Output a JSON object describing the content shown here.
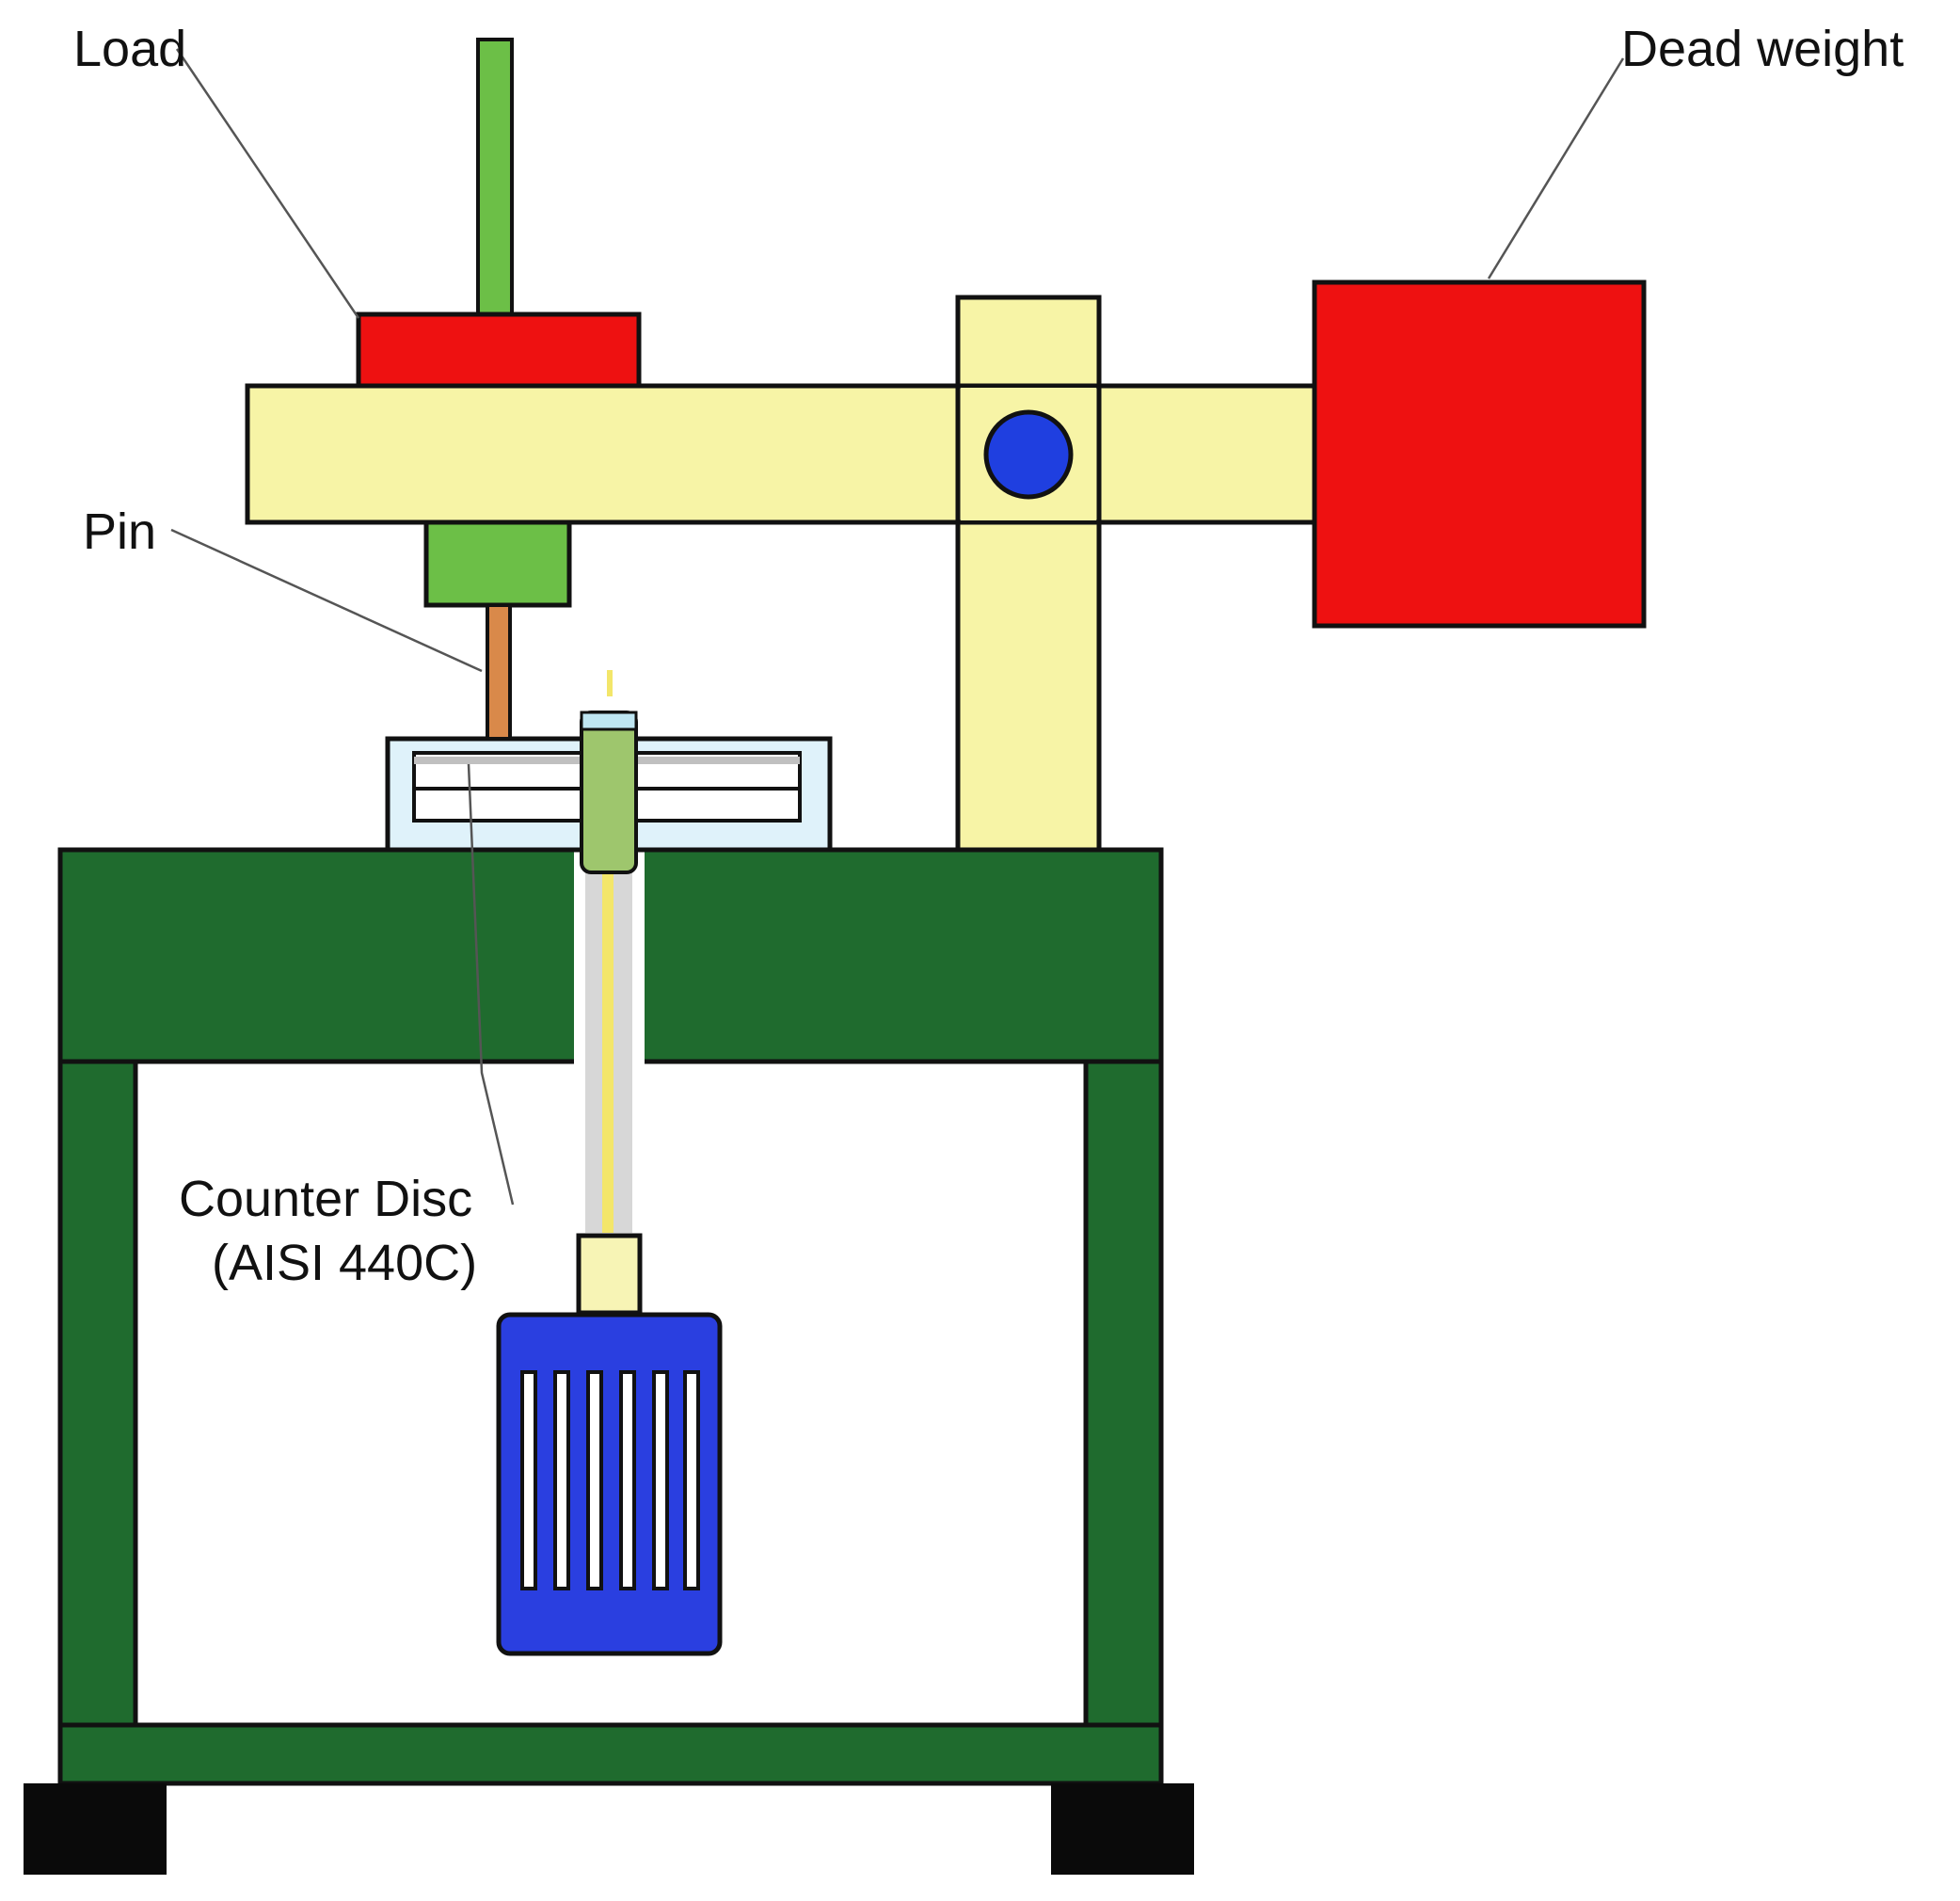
{
  "labels": {
    "load": "Load",
    "dead_weight": "Dead weight",
    "pin": "Pin",
    "counter_disc_line1": "Counter Disc",
    "counter_disc_line2": "(AISI 440C)"
  },
  "colors": {
    "frame_green": "#1f6b2e",
    "lever_yellow": "#f7f4a6",
    "weight_red": "#ee1111",
    "rod_green": "#6cbf47",
    "pivot_blue": "#1f3fe0",
    "motor_blue": "#2a3fe0",
    "pin_copper": "#d9894a",
    "disc_light_blue": "#dff2fa",
    "shaft_grey": "#c8c8c8",
    "feet_black": "#0a0a0a"
  },
  "icons": {
    "pivot": "pivot-icon",
    "motor": "motor-icon"
  }
}
